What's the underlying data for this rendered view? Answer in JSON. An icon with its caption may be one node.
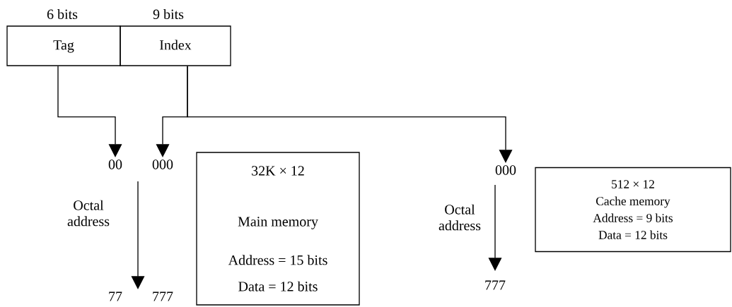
{
  "diagram": {
    "nodes": [
      {
        "text": [
          "Tag"
        ],
        "beside": [
          "6 bits"
        ]
      },
      {
        "text": [
          "Index"
        ],
        "beside": [
          "9 bits"
        ]
      },
      {
        "text": [
          "00"
        ]
      },
      {
        "text": [
          "000"
        ]
      },
      {
        "text": [
          "32K × 12",
          "Main memory",
          "Address = 15 bits",
          "Data = 12 bits"
        ]
      },
      {
        "text": [
          "000"
        ]
      },
      {
        "text": [
          "512 × 12",
          "Cache memory",
          "Address = 9 bits",
          "Data = 12 bits"
        ]
      }
    ],
    "edges": [
      {
        "from": 0,
        "to": 2,
        "arrow": "to"
      },
      {
        "from": 1,
        "to": 3,
        "arrow": "to"
      },
      {
        "from": 1,
        "to": 5,
        "arrow": "to"
      }
    ],
    "labels": [
      "Octal address",
      "77",
      "777",
      "Octal address",
      "777"
    ]
  }
}
